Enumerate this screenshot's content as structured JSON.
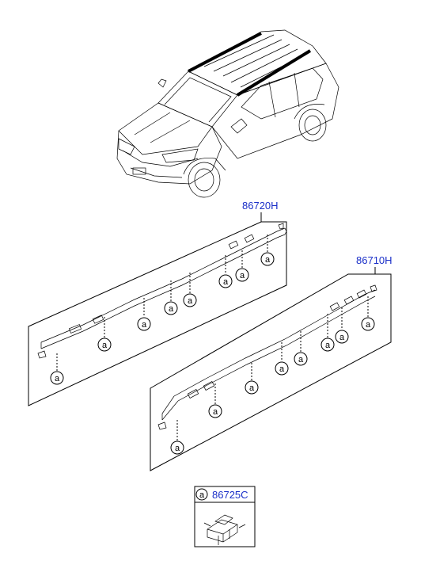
{
  "parts": {
    "assembly_left": {
      "part_no": "86720H"
    },
    "assembly_right": {
      "part_no": "86710H"
    },
    "clip_legend": {
      "symbol": "a",
      "part_no": "86725C"
    }
  },
  "callout_symbol": "a"
}
